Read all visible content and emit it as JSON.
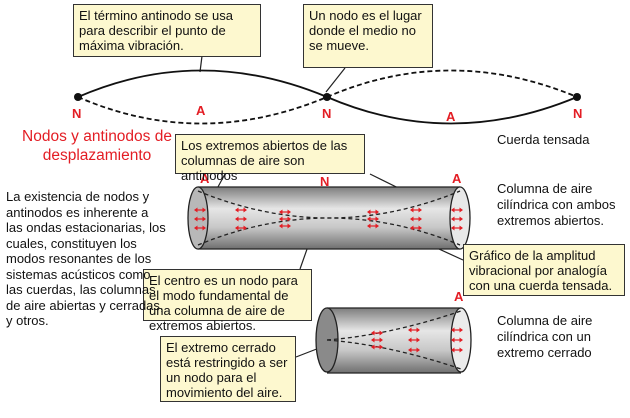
{
  "callouts": {
    "antinode_term": "El término antinodo se usa para describir el punto de máxima vibración.",
    "node_def": "Un nodo es el lugar donde el medio no se mueve.",
    "open_ends": "Los extremos abiertos de las columnas de aire son antinodos",
    "amplitude_graph": "Gráfico de la amplitud vibracional por analogía con una cuerda tensada.",
    "center_node": "El centro es un nodo para el modo fundamental de una columna de aire de extremos abiertos.",
    "closed_end": "El extremo cerrado está restringido a ser un nodo para el movimiento del aire."
  },
  "labels": {
    "title": "Nodos y antinodos de desplazamiento",
    "string": "Cuerda tensada",
    "both_open": "Columna de aire cilíndrica con ambos extremos abiertos.",
    "one_closed": "Columna de aire cilíndrica con un extremo cerrado",
    "description": "La existencia de nodos y antinodos es inherente a las ondas estacionarias, los cuales, constituyen los modos resonantes de los sistemas acústicos como las cuerdas, las columnas de aire abiertas y cerradas, y otros."
  },
  "markers": {
    "node": "N",
    "antinode": "A"
  },
  "colors": {
    "highlight": "#e31d24",
    "callout_bg": "#fdf8cf",
    "tube_fill": "#c4c4c4"
  }
}
